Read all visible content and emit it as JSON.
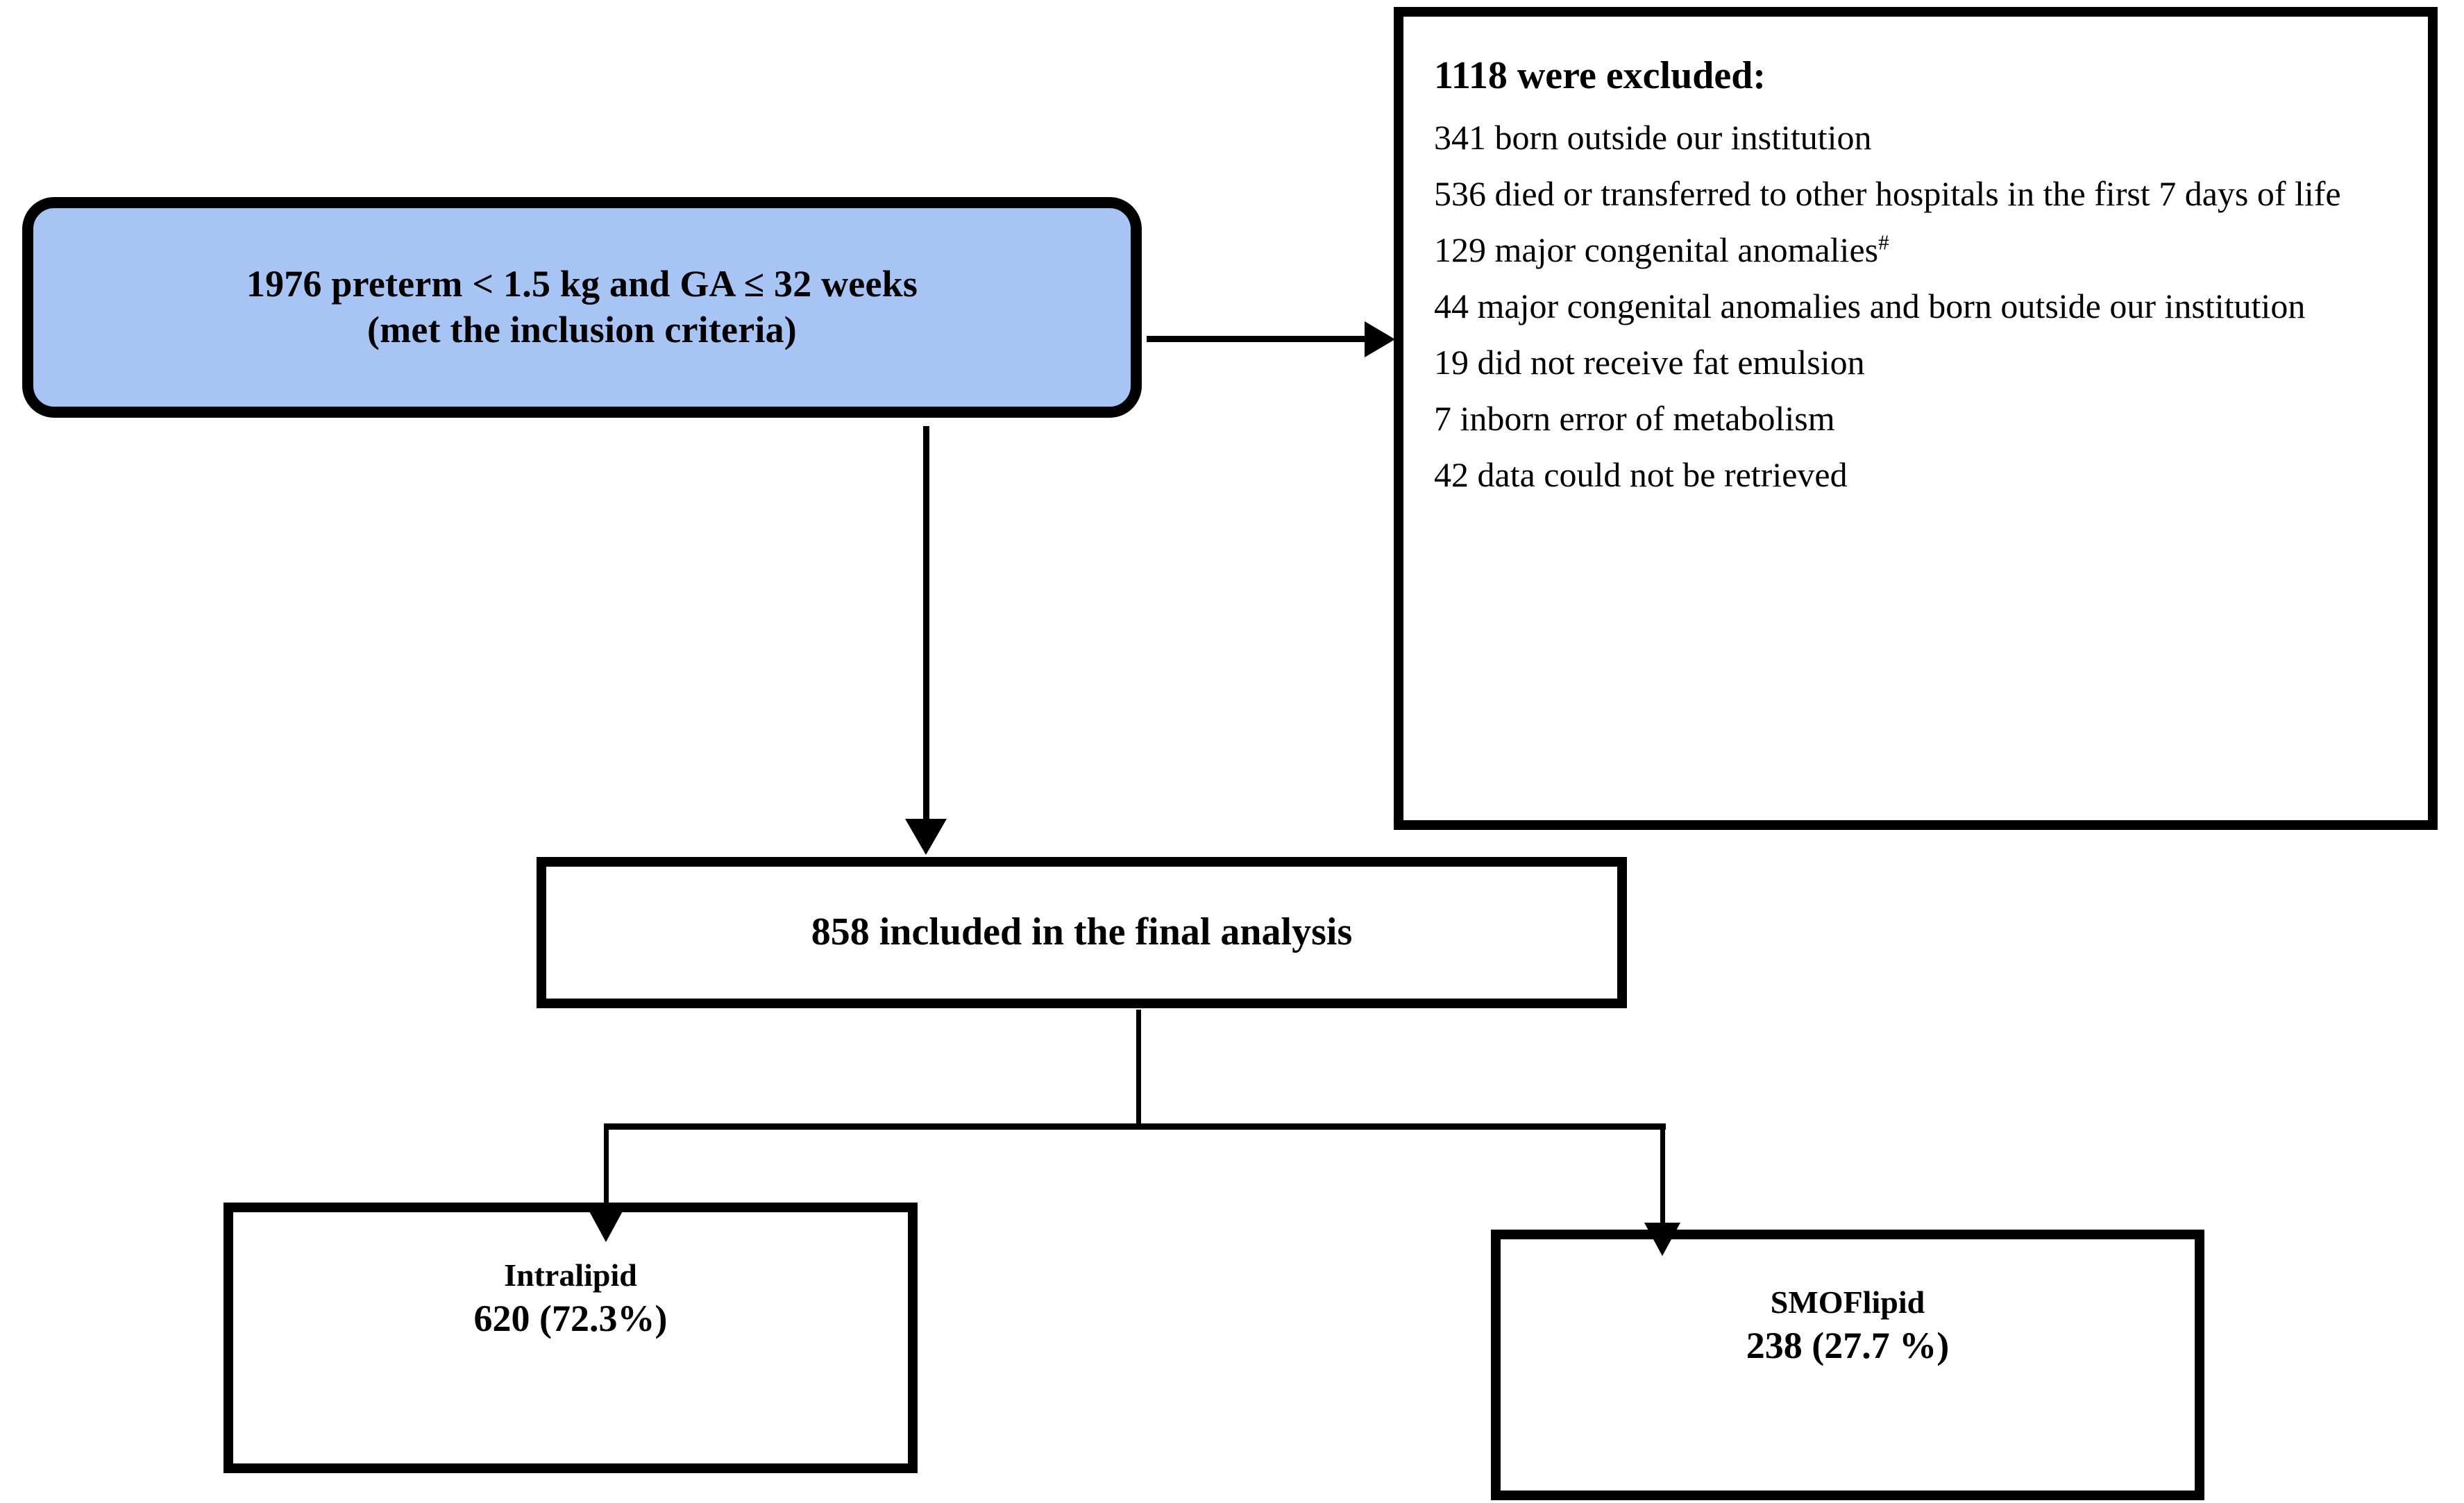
{
  "figure": {
    "type": "flow-diagram",
    "title": "Study population selection flow diagram",
    "accent_color": "#A7C4F4",
    "line_color": "#000000",
    "background_color": "#FFFFFF"
  },
  "nodes": {
    "eligible": {
      "id": "eligible-population-box",
      "shape": "rounded-rectangle",
      "fill": "#A7C4F4",
      "line1": "1976 preterm < 1.5 kg and GA ≤ 32 weeks",
      "line2": "(met the inclusion criteria)",
      "count": 1976
    },
    "excluded": {
      "id": "excluded-box",
      "shape": "rectangle",
      "title": "1118 were excluded:",
      "count": 1118,
      "items": [
        {
          "n": 341,
          "text": "341 born outside our institution",
          "footnote": ""
        },
        {
          "n": 536,
          "text": "536 died or transferred to other hospitals in the first 7 days of life",
          "footnote": ""
        },
        {
          "n": 129,
          "text": "129 major congenital anomalies",
          "footnote": "#"
        },
        {
          "n": 44,
          "text": "44 major congenital anomalies and born outside our institution",
          "footnote": ""
        },
        {
          "n": 19,
          "text": "19 did not receive fat emulsion",
          "footnote": ""
        },
        {
          "n": 7,
          "text": "7 inborn error of metabolism",
          "footnote": ""
        },
        {
          "n": 42,
          "text": "42 data could not be retrieved",
          "footnote": ""
        }
      ]
    },
    "included": {
      "id": "included-box",
      "shape": "rectangle",
      "label": "858 included in the final analysis",
      "count": 858
    },
    "intralipid": {
      "id": "intralipid-box",
      "shape": "rectangle",
      "title": "Intralipid",
      "value": "620 (72.3%)",
      "count": 620,
      "percent": 72.3
    },
    "smoflipid": {
      "id": "smoflipid-box",
      "shape": "rectangle",
      "title": "SMOFlipid",
      "value": "238 (27.7 %)",
      "count": 238,
      "percent": 27.7
    }
  },
  "connectors": [
    {
      "name": "eligible-to-excluded",
      "from": "eligible",
      "to": "excluded",
      "direction": "right",
      "arrowhead": true
    },
    {
      "name": "eligible-to-included",
      "from": "eligible",
      "to": "included",
      "direction": "down",
      "arrowhead": true
    },
    {
      "name": "included-to-intralipid",
      "from": "included",
      "to": "intralipid",
      "direction": "down-left",
      "arrowhead": true
    },
    {
      "name": "included-to-smoflipid",
      "from": "included",
      "to": "smoflipid",
      "direction": "down-right",
      "arrowhead": true
    }
  ]
}
